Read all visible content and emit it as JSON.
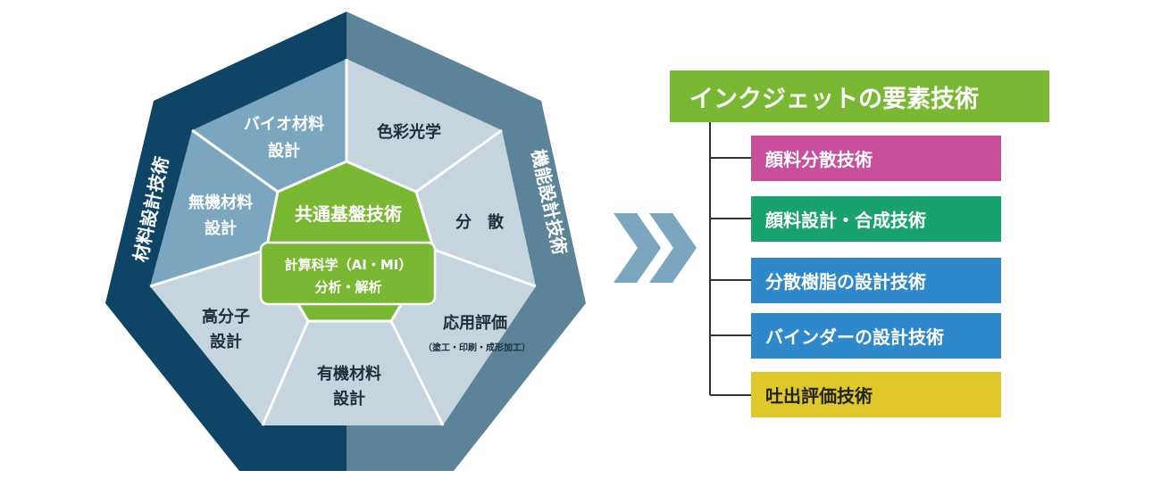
{
  "heptagon": {
    "outer_left_label": "材料設計技術",
    "outer_right_label": "機能設計技術",
    "segments": [
      {
        "line1": "バイオ材料",
        "line2": "設計"
      },
      {
        "line1": "色彩光学",
        "line2": ""
      },
      {
        "line1": "分　散",
        "line2": ""
      },
      {
        "line1": "応用評価",
        "line2": "（塗工・印刷・成形加工）"
      },
      {
        "line1": "有機材料",
        "line2": "設計"
      },
      {
        "line1": "高分子",
        "line2": "設計"
      },
      {
        "line1": "無機材料",
        "line2": "設計"
      }
    ],
    "core": {
      "title": "共通基盤技術",
      "line1": "計算科学（AI・MI）",
      "line2": "分析・解析"
    }
  },
  "tree": {
    "title": "インクジェットの要素技術",
    "items": [
      {
        "label": "顔料分散技術",
        "color": "#c94f9c"
      },
      {
        "label": "顔料設計・合成技術",
        "color": "#17a26e"
      },
      {
        "label": "分散樹脂の設計技術",
        "color": "#2e88c9"
      },
      {
        "label": "バインダーの設計技術",
        "color": "#2e88c9"
      },
      {
        "label": "吐出評価技術",
        "color": "#e1c82a"
      }
    ]
  },
  "colors": {
    "outer_dark": "#0e4465",
    "outer_mid": "#5c8499",
    "segment_blue": "#7aa6c0",
    "segment_light": "#c6d4dd",
    "core_green": "#79b833",
    "arrow": "#7aa6c0"
  }
}
